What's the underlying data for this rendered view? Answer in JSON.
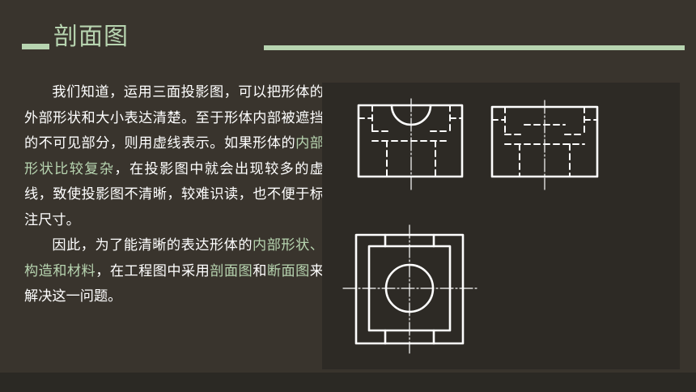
{
  "slide": {
    "title": "剖面图",
    "accent_color": "#b7d4b0",
    "background_color": "#39342d"
  },
  "body": {
    "para1": {
      "text_a": "我们知道，运用三面投影图，可以把形体的外部形状和大小表达清楚。至于形体内部被遮挡的不可见部分，则用虚线表示。如果形体的",
      "highlight_a": "内部形状比较复杂",
      "text_b": "，在投影图中就会出现较多的虚线，致使投影图不清晰，较难识读，也不便于标注尺寸。"
    },
    "para2": {
      "text_a": "因此，为了能清晰的表达形体的",
      "highlight_a": "内部形状、构造和材料",
      "text_b": "，在工程图中采用",
      "highlight_b": "剖面图",
      "text_c": "和",
      "highlight_c": "断面图",
      "text_d": "来解决这一问题。"
    }
  },
  "figure": {
    "views": [
      "front-view",
      "side-view",
      "top-view"
    ],
    "line_color": "#ffffff"
  }
}
